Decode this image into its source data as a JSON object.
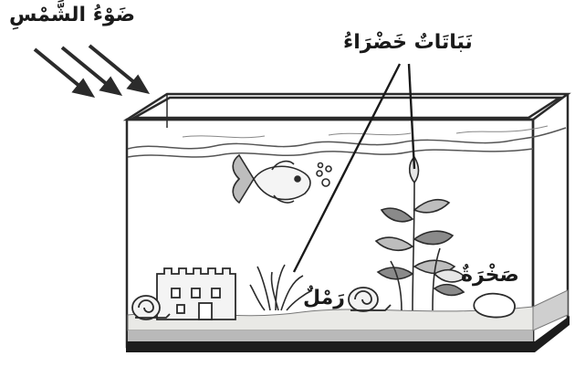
{
  "labels": {
    "sunlight": "ضَوْءُ الشَّمْسِ",
    "green_plants": "نَبَاتَاتٌ خَضْرَاءُ",
    "rock": "صَخْرَةٌ",
    "sand": "رَمْلٌ"
  },
  "colors": {
    "outline": "#2b2b2b",
    "gravel": "#b9b9b9",
    "sand": "#e9e9e6",
    "base": "#1c1c1c"
  }
}
